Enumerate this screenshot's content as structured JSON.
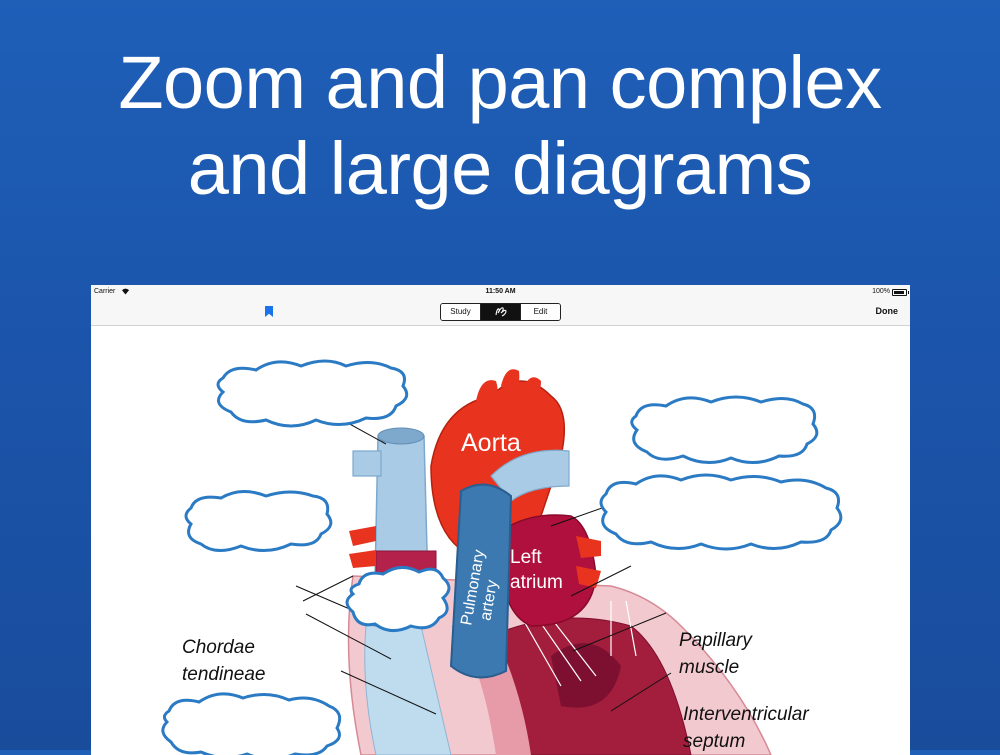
{
  "headline": {
    "line1": "Zoom and pan complex",
    "line2": "and large diagrams"
  },
  "status_bar": {
    "carrier": "Carrier",
    "time": "11:50 AM",
    "battery": "100%",
    "wifi_icon": "wifi-icon",
    "battery_icon": "battery-icon"
  },
  "toolbar": {
    "bookmark_icon": "bookmark-icon",
    "segments": [
      "Study",
      "",
      "Edit"
    ],
    "middle_icon": "hand-drawn-scribble-icon",
    "active_segment": 1,
    "done_label": "Done"
  },
  "diagram": {
    "labels": {
      "aorta": "Aorta",
      "pulmonary_1": "Pulmonary",
      "pulmonary_2": "artery",
      "left_atrium_1": "Left",
      "left_atrium_2": "atrium",
      "chordae_1": "Chordae",
      "chordae_2": "tendineae",
      "papillary_1": "Papillary",
      "papillary_2": "muscle",
      "septum_1": "Interventricular",
      "septum_2": "septum"
    },
    "colors": {
      "accent_blue": "#1a73e8",
      "cloud_outline": "#2a7ac4",
      "vessel_blue": "#a9cbe6",
      "aorta_red": "#e8331f",
      "atrium_crimson": "#b0103d",
      "pulmonary_blue": "#3b79b0"
    }
  }
}
